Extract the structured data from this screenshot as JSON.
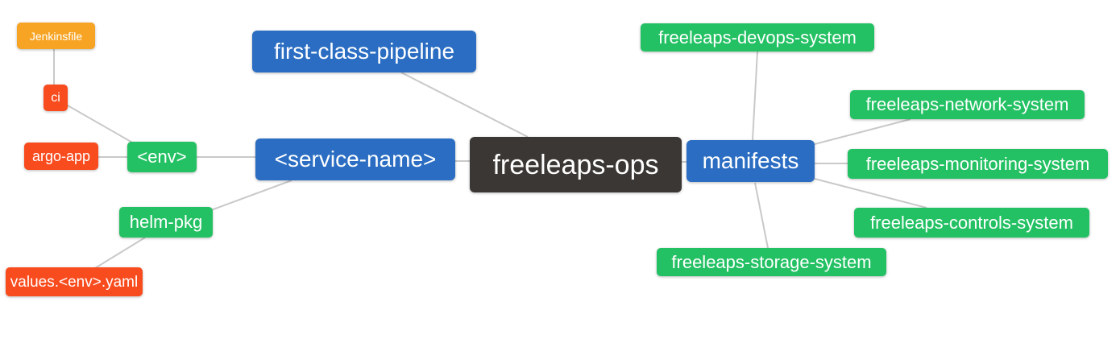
{
  "diagram": {
    "type": "mindmap",
    "background": "#ffffff",
    "palette": {
      "root_dark": "#3b3734",
      "branch_blue": "#2a6dc2",
      "leaf_green": "#24c164",
      "leaf_red": "#f84c1e",
      "leaf_orange": "#f7a424",
      "edge_gray": "#c9c9c9",
      "text": "#ffffff"
    },
    "nodes": {
      "freeleaps_ops": {
        "label": "freeleaps-ops",
        "role": "root"
      },
      "first_class_pipeline": {
        "label": "first-class-pipeline",
        "role": "branch"
      },
      "service_name": {
        "label": "<service-name>",
        "role": "branch"
      },
      "manifests": {
        "label": "manifests",
        "role": "branch"
      },
      "env": {
        "label": "<env>",
        "role": "leaf"
      },
      "helm_pkg": {
        "label": "helm-pkg",
        "role": "leaf"
      },
      "ci": {
        "label": "ci",
        "role": "leaf"
      },
      "argo_app": {
        "label": "argo-app",
        "role": "leaf"
      },
      "jenkinsfile": {
        "label": "Jenkinsfile",
        "role": "leaf"
      },
      "values_env_yaml": {
        "label": "values.<env>.yaml",
        "role": "leaf"
      },
      "devops_system": {
        "label": "freeleaps-devops-system",
        "role": "leaf"
      },
      "network_system": {
        "label": "freeleaps-network-system",
        "role": "leaf"
      },
      "monitoring_system": {
        "label": "freeleaps-monitoring-system",
        "role": "leaf"
      },
      "controls_system": {
        "label": "freeleaps-controls-system",
        "role": "leaf"
      },
      "storage_system": {
        "label": "freeleaps-storage-system",
        "role": "leaf"
      }
    },
    "edges": [
      [
        "jenkinsfile",
        "ci"
      ],
      [
        "ci",
        "env"
      ],
      [
        "argo_app",
        "env"
      ],
      [
        "env",
        "service_name"
      ],
      [
        "helm_pkg",
        "service_name"
      ],
      [
        "values_env_yaml",
        "helm_pkg"
      ],
      [
        "first_class_pipeline",
        "freeleaps_ops"
      ],
      [
        "service_name",
        "freeleaps_ops"
      ],
      [
        "freeleaps_ops",
        "manifests"
      ],
      [
        "manifests",
        "devops_system"
      ],
      [
        "manifests",
        "network_system"
      ],
      [
        "manifests",
        "monitoring_system"
      ],
      [
        "manifests",
        "controls_system"
      ],
      [
        "manifests",
        "storage_system"
      ]
    ]
  }
}
